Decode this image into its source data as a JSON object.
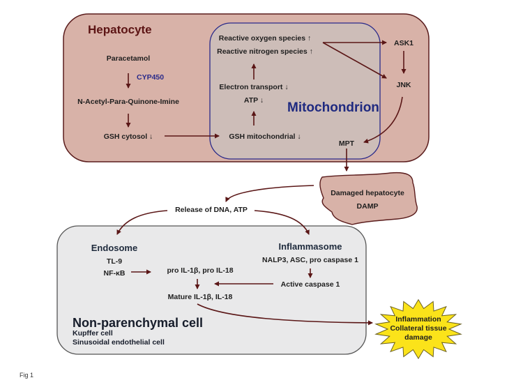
{
  "figure_label": "Fig 1",
  "colors": {
    "hepatocyte_fill": "#d8b2a8",
    "hepatocyte_stroke": "#5a1c1c",
    "mitochondrion_fill": "#cdbdb8",
    "mitochondrion_stroke": "#2a2a8a",
    "npc_fill": "#e9e9ea",
    "npc_stroke": "#555555",
    "arrow": "#5a1616",
    "burst_fill": "#fbe31a",
    "burst_stroke": "#6a6020"
  },
  "hepatocyte": {
    "title": "Hepatocyte",
    "paracetamol": "Paracetamol",
    "enzyme": "CYP450",
    "napqi": "N-Acetyl-Para-Quinone-Imine",
    "gsh_cytosol": "GSH cytosol ↓",
    "ask1": "ASK1",
    "jnk": "JNK"
  },
  "mitochondrion": {
    "title": "Mitochondrion",
    "ros": "Reactive oxygen species ↑",
    "rns": "Reactive nitrogen species ↑",
    "electron_transport": "Electron transport ↓",
    "atp": "ATP ↓",
    "gsh_mito": "GSH mitochondrial ↓",
    "mpt": "MPT"
  },
  "damaged": {
    "line1": "Damaged hepatocyte",
    "line2": "DAMP"
  },
  "release": "Release of DNA, ATP",
  "npc": {
    "endosome_title": "Endosome",
    "tl9": "TL-9",
    "nfkb": "NF-κB",
    "pro_il": "pro IL-1β, pro IL-18",
    "mature_il": "Mature IL-1β, IL-18",
    "inflammasome_title": "Inflammasome",
    "inflammasome_components": "NALP3, ASC, pro caspase 1",
    "active_caspase": "Active caspase 1",
    "title": "Non-parenchymal cell",
    "kupffer": "Kupffer cell",
    "sinusoidal": "Sinusoidal endothelial cell"
  },
  "outcome": {
    "line1": "Inflammation",
    "line2": "Collateral tissue",
    "line3": "damage"
  }
}
